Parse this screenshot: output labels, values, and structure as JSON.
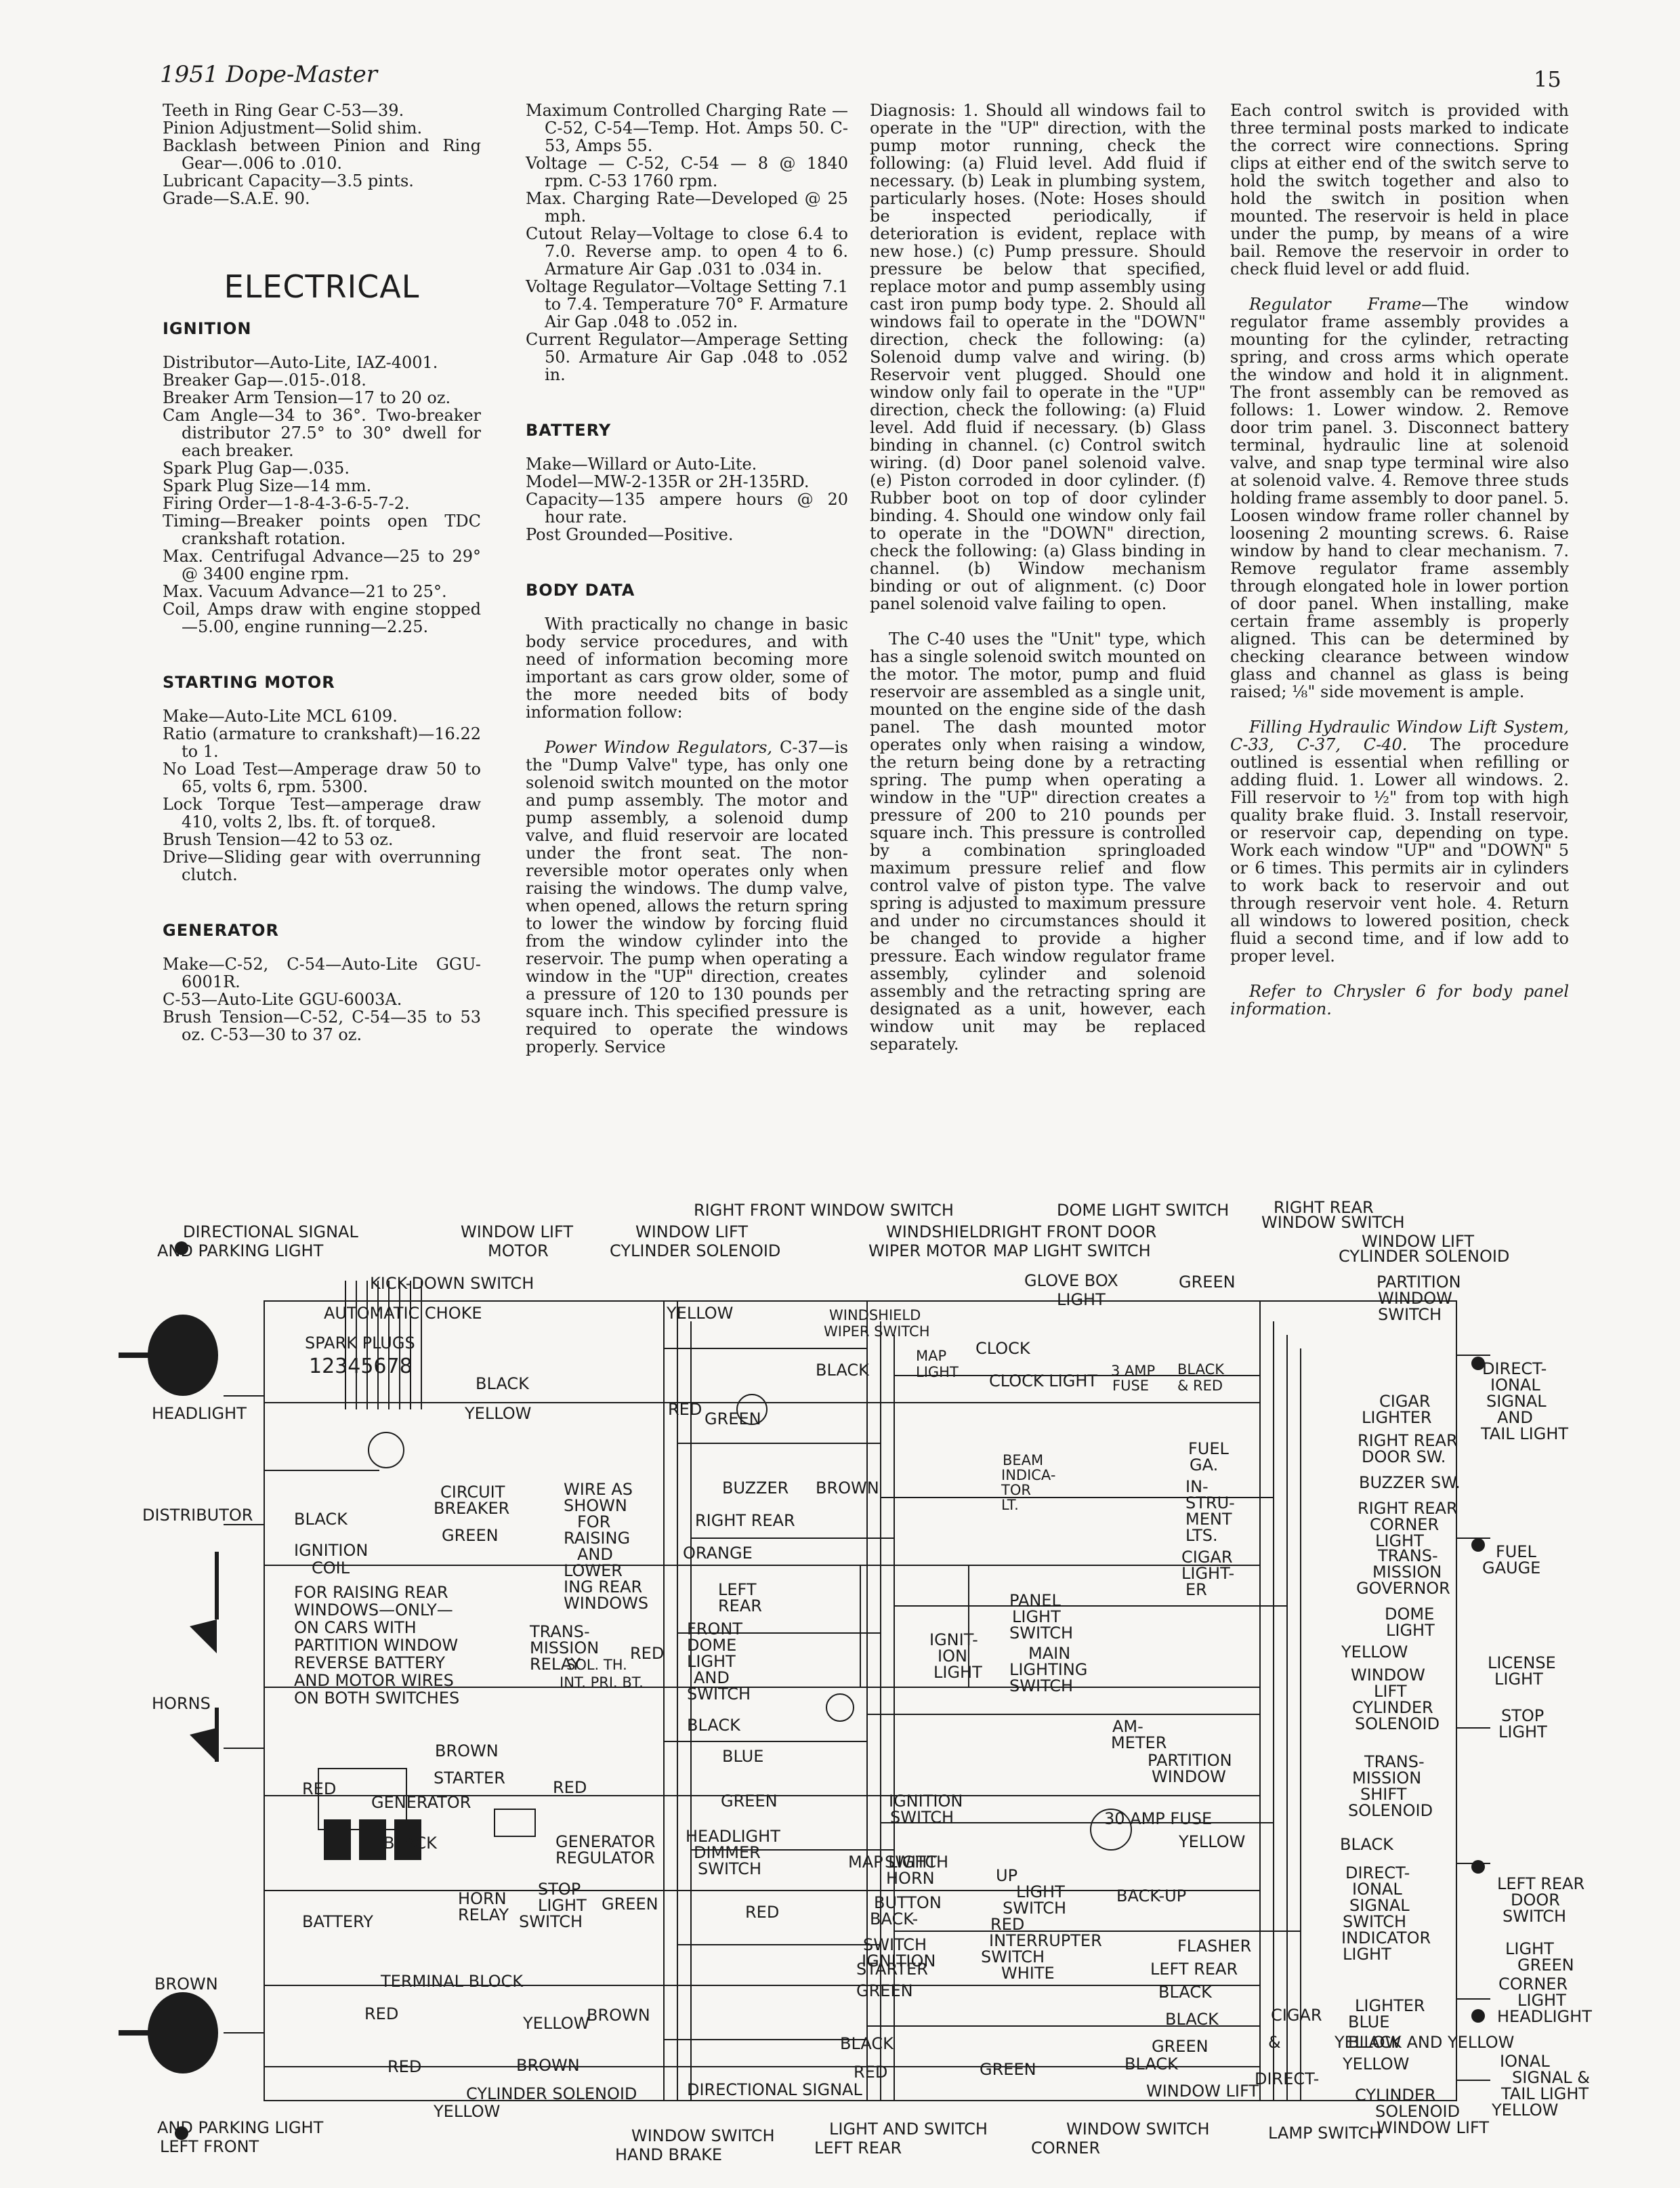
{
  "header": {
    "title": "1951 Dope-Master",
    "page": "15"
  },
  "col1": {
    "lines_a": [
      "Teeth in Ring Gear C-53—39.",
      "Pinion Adjustment—Solid shim.",
      "Backlash between Pinion and Ring Gear—.006 to .010.",
      "Lubricant Capacity—3.5 pints.",
      "Grade—S.A.E. 90."
    ],
    "electrical": "ELECTRICAL",
    "ignition_head": "IGNITION",
    "ignition": [
      "Distributor—Auto-Lite, IAZ-4001.",
      "Breaker Gap—.015-.018.",
      "Breaker Arm Tension—17 to 20 oz.",
      "Cam Angle—34 to 36°. Two-breaker distributor 27.5° to 30° dwell for each breaker.",
      "Spark Plug Gap—.035.",
      "Spark Plug Size—14 mm.",
      "Firing Order—1-8-4-3-6-5-7-2.",
      "Timing—Breaker points open TDC crankshaft rotation.",
      "Max. Centrifugal Advance—25 to 29° @ 3400 engine rpm.",
      "Max. Vacuum Advance—21 to 25°.",
      "Coil, Amps draw with engine stopped—5.00, engine running—2.25."
    ],
    "starting_head": "STARTING MOTOR",
    "starting": [
      "Make—Auto-Lite MCL 6109.",
      "Ratio (armature to crankshaft)—16.22 to 1.",
      "No Load Test—Amperage draw 50 to 65, volts 6, rpm. 5300.",
      "Lock Torque Test—amperage draw 410, volts 2, lbs. ft. of torque8.",
      "Brush Tension—42 to 53 oz.",
      "Drive—Sliding gear with overrunning clutch."
    ],
    "generator_head": "GENERATOR",
    "generator": [
      "Make—C-52, C-54—Auto-Lite GGU-6001R.",
      "C-53—Auto-Lite GGU-6003A.",
      "Brush Tension—C-52, C-54—35 to 53 oz. C-53—30 to 37 oz."
    ]
  },
  "col2": {
    "gen_cont": [
      "Maximum Controlled Charging Rate —C-52, C-54—Temp. Hot. Amps 50. C-53, Amps 55.",
      "Voltage — C-52, C-54 — 8 @ 1840 rpm. C-53 1760 rpm.",
      "Max. Charging Rate—Developed @ 25 mph.",
      "Cutout Relay—Voltage to close 6.4 to 7.0. Reverse amp. to open 4 to 6. Armature Air Gap .031 to .034 in.",
      "Voltage Regulator—Voltage Setting 7.1 to 7.4. Temperature 70° F. Armature Air Gap .048 to .052 in.",
      "Current Regulator—Amperage Setting 50. Armature Air Gap .048 to .052 in."
    ],
    "battery_head": "BATTERY",
    "battery": [
      "Make—Willard or Auto-Lite.",
      "Model—MW-2-135R or 2H-135RD.",
      "Capacity—135 ampere hours @ 20 hour rate.",
      "Post Grounded—Positive."
    ],
    "body_head": "BODY DATA",
    "body_p1": "With practically no change in basic body service procedures, and with need of information becoming more important as cars grow older, some of the more needed bits of body information follow:",
    "body_p2_lead": "Power Window Regulators,",
    "body_p2": " C-37—is the \"Dump Valve\" type, has only one solenoid switch mounted on the motor and pump assembly. The motor and pump assembly, a solenoid dump valve, and fluid reservoir are located under the front seat. The non-reversible motor operates only when raising the windows. The dump valve, when opened, allows the return spring to lower the window by forcing fluid from the window cylinder into the reservoir. The pump when operating a window in the \"UP\" direction, creates a pressure of 120 to 130 pounds per square inch. This specified pressure is required to operate the windows properly. Service"
  },
  "col3": {
    "p1": "Diagnosis: 1. Should all windows fail to operate in the \"UP\" direction, with the pump motor running, check the following: (a) Fluid level. Add fluid if necessary. (b) Leak in plumbing system, particularly hoses. (Note: Hoses should be inspected periodically, if deterioration is evident, replace with new hose.) (c) Pump pressure. Should pressure be below that specified, replace motor and pump assembly using cast iron pump body type. 2. Should all windows fail to operate in the \"DOWN\" direction, check the following: (a) Solenoid dump valve and wiring. (b) Reservoir vent plugged. Should one window only fail to operate in the \"UP\" direction, check the following: (a) Fluid level. Add fluid if necessary. (b) Glass binding in channel. (c) Control switch wiring. (d) Door panel solenoid valve. (e) Piston corroded in door cylinder. (f) Rubber boot on top of door cylinder binding. 4. Should one window only fail to operate in the \"DOWN\" direction, check the following: (a) Glass binding in channel. (b) Window mechanism binding or out of alignment. (c) Door panel solenoid valve failing to open.",
    "p2": "The C-40 uses the \"Unit\" type, which has a single solenoid switch mounted on the motor. The motor, pump and fluid reservoir are assembled as a single unit, mounted on the engine side of the dash panel. The dash mounted motor operates only when raising a window, the return being done by a retracting spring. The pump when operating a window in the \"UP\" direction creates a pressure of 200 to 210 pounds per square inch. This pressure is controlled by a combination springloaded maximum pressure relief and flow control valve of piston type. The valve spring is adjusted to maximum pressure and under no circumstances should it be changed to provide a higher pressure. Each window regulator frame assembly, cylinder and solenoid assembly and the retracting spring are designated as a unit, however, each window unit may be replaced separately."
  },
  "col4": {
    "p1": "Each control switch is provided with three terminal posts marked to indicate the correct wire connections. Spring clips at either end of the switch serve to hold the switch together and also to hold the switch in position when mounted. The reservoir is held in place under the pump, by means of a wire bail. Remove the reservoir in order to check fluid level or add fluid.",
    "p2_lead": "Regulator Frame",
    "p2": "—The window regulator frame assembly provides a mounting for the cylinder, retracting spring, and cross arms which operate the window and hold it in alignment. The front assembly can be removed as follows: 1. Lower window. 2. Remove door trim panel. 3. Disconnect battery terminal, hydraulic line at solenoid valve, and snap type terminal wire also at solenoid valve. 4. Remove three studs holding frame assembly to door panel. 5. Loosen window frame roller channel by loosening 2 mounting screws. 6. Raise window by hand to clear mechanism. 7. Remove regulator frame assembly through elongated hole in lower portion of door panel. When installing, make certain frame assembly is properly aligned. This can be determined by checking clearance between window glass and channel as glass is being raised; ⅛\" side movement is ample.",
    "p3_lead": "Filling Hydraulic Window Lift System, C-33, C-37, C-40.",
    "p3": " The procedure outlined is essential when refilling or adding fluid. 1. Lower all windows. 2. Fill reservoir to ½\" from top with high quality brake fluid. 3. Install reservoir, or reservoir cap, depending on type. Work each window \"UP\" and \"DOWN\" 5 or 6 times. This permits air in cylinders to work back to reservoir and out through reservoir vent hole. 4. Return all windows to lowered position, check fluid a second time, and if low add to proper level.",
    "p4": "Refer to Chrysler 6 for body panel information."
  },
  "diagram": {
    "labels": [
      "DIRECTIONAL SIGNAL",
      "AND PARKING LIGHT",
      "WINDOW LIFT",
      "MOTOR",
      "WINDOW LIFT",
      "CYLINDER SOLENOID",
      "RIGHT FRONT WINDOW SWITCH",
      "WINDSHIELD",
      "WIPER MOTOR",
      "RIGHT FRONT DOOR",
      "MAP LIGHT SWITCH",
      "DOME LIGHT SWITCH",
      "RIGHT REAR",
      "WINDOW SWITCH",
      "WINDOW LIFT",
      "CYLINDER SOLENOID",
      "KICK-DOWN SWITCH",
      "AUTOMATIC CHOKE",
      "SPARK PLUGS",
      "12345678",
      "HEADLIGHT",
      "DISTRIBUTOR",
      "BLACK",
      "YELLOW",
      "RED",
      "GREEN",
      "YELLOW",
      "WINDSHIELD",
      "WIPER SWITCH",
      "BLACK",
      "MAP",
      "LIGHT",
      "CLOCK",
      "CLOCK LIGHT",
      "3 AMP",
      "FUSE",
      "BLACK",
      "& RED",
      "GLOVE BOX",
      "LIGHT",
      "GREEN",
      "PARTITION",
      "WINDOW",
      "SWITCH",
      "CIGAR",
      "LIGHTER",
      "DIRECT-",
      "IONAL",
      "SIGNAL",
      "AND",
      "TAIL LIGHT",
      "CIRCUIT",
      "BREAKER",
      "WIRE AS",
      "SHOWN",
      "FOR",
      "RAISING",
      "AND",
      "LOWER",
      "ING REAR",
      "WINDOWS",
      "BUZZER",
      "BROWN",
      "RIGHT REAR",
      "ORANGE",
      "LEFT",
      "REAR",
      "BEAM",
      "INDICA-",
      "TOR",
      "LT.",
      "FUEL",
      "GA.",
      "IN-",
      "STRU-",
      "MENT",
      "LTS.",
      "RIGHT REAR",
      "DOOR SW.",
      "BUZZER SW.",
      "RIGHT REAR",
      "CORNER",
      "LIGHT",
      "BLACK",
      "IGNITION",
      "COIL",
      "GREEN",
      "CIGAR",
      "LIGHT-",
      "ER",
      "TRANS-",
      "MISSION",
      "GOVERNOR",
      "FUEL",
      "GAUGE",
      "FOR RAISING REAR",
      "WINDOWS—ONLY—",
      "ON CARS WITH",
      "PARTITION WINDOW",
      "REVERSE BATTERY",
      "AND MOTOR WIRES",
      "ON BOTH SWITCHES",
      "TRANS-",
      "MISSION",
      "RELAY",
      "SOL. TH.",
      "INT. PRI. BT.",
      "RED",
      "FRONT",
      "DOME",
      "LIGHT",
      "AND",
      "SWITCH",
      "IGNIT-",
      "ION",
      "LIGHT",
      "PANEL",
      "LIGHT",
      "SWITCH",
      "MAIN",
      "LIGHTING",
      "SWITCH",
      "DOME",
      "LIGHT",
      "YELLOW",
      "WINDOW",
      "LIFT",
      "CYLINDER",
      "SOLENOID",
      "LICENSE",
      "LIGHT",
      "STOP",
      "LIGHT",
      "HORNS",
      "BROWN",
      "STARTER",
      "RED",
      "GENERATOR",
      "BLACK",
      "BLUE",
      "AM-",
      "METER",
      "PARTITION",
      "WINDOW",
      "TRANS-",
      "MISSION",
      "SHIFT",
      "SOLENOID",
      "BLACK",
      "RED",
      "GREEN",
      "BLACK",
      "GENERATOR",
      "REGULATOR",
      "HEADLIGHT",
      "DIMMER",
      "SWITCH",
      "IGNITION",
      "SWITCH",
      "30 AMP FUSE",
      "YELLOW",
      "DIRECT-",
      "IONAL",
      "SIGNAL",
      "SWITCH",
      "INDICATOR",
      "LIGHT",
      "LEFT REAR",
      "DOOR",
      "SWITCH",
      "BATTERY",
      "HORN",
      "RELAY",
      "STOP",
      "LIGHT",
      "SWITCH",
      "GREEN",
      "RED",
      "MAP LIGHT",
      "SWITCH",
      "HORN",
      "BUTTON",
      "BACK-",
      "UP",
      "LIGHT",
      "SWITCH",
      "RED",
      "BACK-UP",
      "LIGHT",
      "GREEN",
      "STARTER",
      "SWITCH",
      "IGNITION",
      "INTERRUPTER",
      "SWITCH",
      "WHITE",
      "FLASHER",
      "LEFT REAR",
      "CORNER",
      "LIGHT",
      "HEADLIGHT",
      "BROWN",
      "TERMINAL BLOCK",
      "RED",
      "YELLOW",
      "BROWN",
      "GREEN",
      "BLACK",
      "CIGAR",
      "LIGHTER",
      "BLUE",
      "BLACK",
      "&",
      "YELLOW",
      "BLACK AND YELLOW",
      "BLACK",
      "GREEN",
      "BLACK",
      "BROWN",
      "YELLOW",
      "RED",
      "GREEN",
      "RED",
      "DIRECT-",
      "IONAL",
      "SIGNAL &",
      "TAIL LIGHT",
      "YELLOW",
      "WINDOW LIFT",
      "CYLINDER",
      "SOLENOID",
      "WINDOW LIFT",
      "CYLINDER SOLENOID",
      "YELLOW",
      "DIRECTIONAL SIGNAL",
      "AND PARKING LIGHT",
      "LEFT FRONT",
      "WINDOW SWITCH",
      "HAND BRAKE",
      "LIGHT AND SWITCH",
      "LEFT REAR",
      "WINDOW SWITCH",
      "CORNER",
      "LAMP SWITCH"
    ]
  }
}
